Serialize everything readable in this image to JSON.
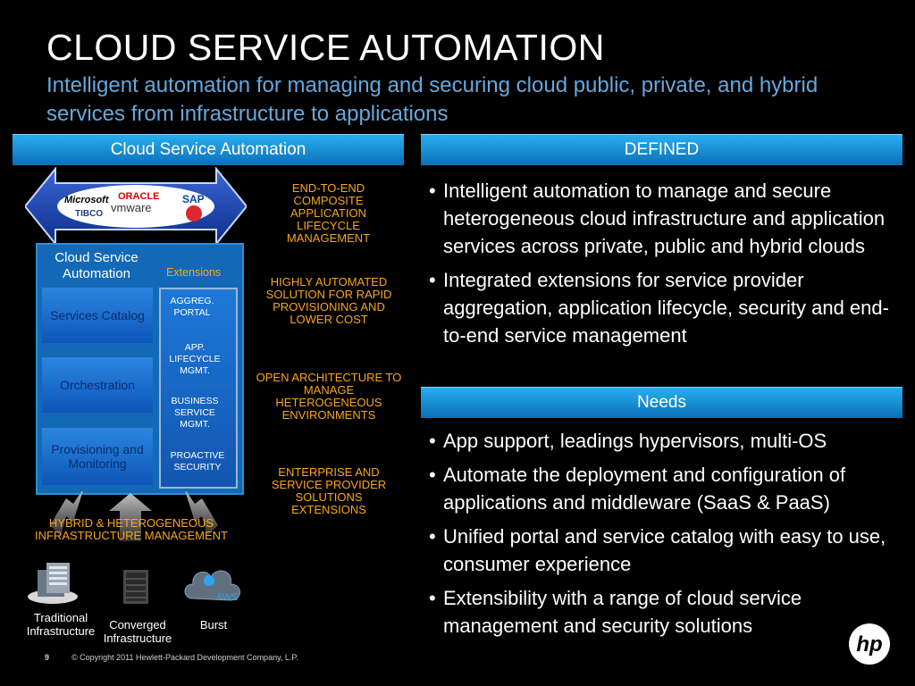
{
  "slide": {
    "title": "CLOUD SERVICE AUTOMATION",
    "subtitle": "Intelligent automation for managing and securing cloud public, private, and hybrid services from infrastructure to applications"
  },
  "left_panel": {
    "header": "Cloud Service Automation",
    "banner_logos": [
      "Microsoft",
      "ORACLE",
      "SAP",
      "TIBCO",
      "vmware"
    ],
    "csa_box": {
      "title": "Cloud Service Automation",
      "extensions_label": "Extensions",
      "modules": [
        "Services Catalog",
        "Orchestration",
        "Provisioning and Monitoring"
      ],
      "extensions": [
        "AGGREG. PORTAL",
        "APP. LIFECYCLE MGMT.",
        "BUSINESS SERVICE MGMT.",
        "PROACTIVE SECURITY"
      ]
    },
    "features": [
      "END-TO-END COMPOSITE APPLICATION LIFECYCLE MANAGEMENT",
      "HIGHLY AUTOMATED SOLUTION FOR RAPID PROVISIONING AND LOWER COST",
      "OPEN ARCHITECTURE TO MANAGE HETEROGENEOUS ENVIRONMENTS",
      "ENTERPRISE AND SERVICE PROVIDER SOLUTIONS EXTENSIONS"
    ],
    "hybrid_label": "HYBRID & HETEROGENEOUS INFRASTRUCTURE MANAGEMENT",
    "infrastructure": [
      {
        "label": "Traditional Infrastructure"
      },
      {
        "label": "Converged Infrastructure"
      },
      {
        "label": "Burst",
        "badge": "AWS"
      }
    ]
  },
  "defined": {
    "header": "DEFINED",
    "bullets": [
      "Intelligent automation to manage and secure heterogeneous cloud infrastructure and application services across private, public and hybrid clouds",
      "Integrated extensions for service provider aggregation, application lifecycle, security and end-to-end service management"
    ]
  },
  "needs": {
    "header": "Needs",
    "bullets": [
      "App support, leadings hypervisors, multi-OS",
      "Automate the deployment and configuration of applications and middleware (SaaS & PaaS)",
      "Unified portal and service catalog with easy to use, consumer experience",
      "Extensibility with a range of cloud service management and security solutions"
    ]
  },
  "footer": {
    "page_number": "9",
    "copyright": "© Copyright 2011 Hewlett-Packard Development Company, L.P.",
    "logo": "hp"
  },
  "colors": {
    "background": "#000000",
    "header_blue": "#1a8fd8",
    "subtitle_blue": "#66a8dc",
    "orange": "#f8a51a"
  }
}
